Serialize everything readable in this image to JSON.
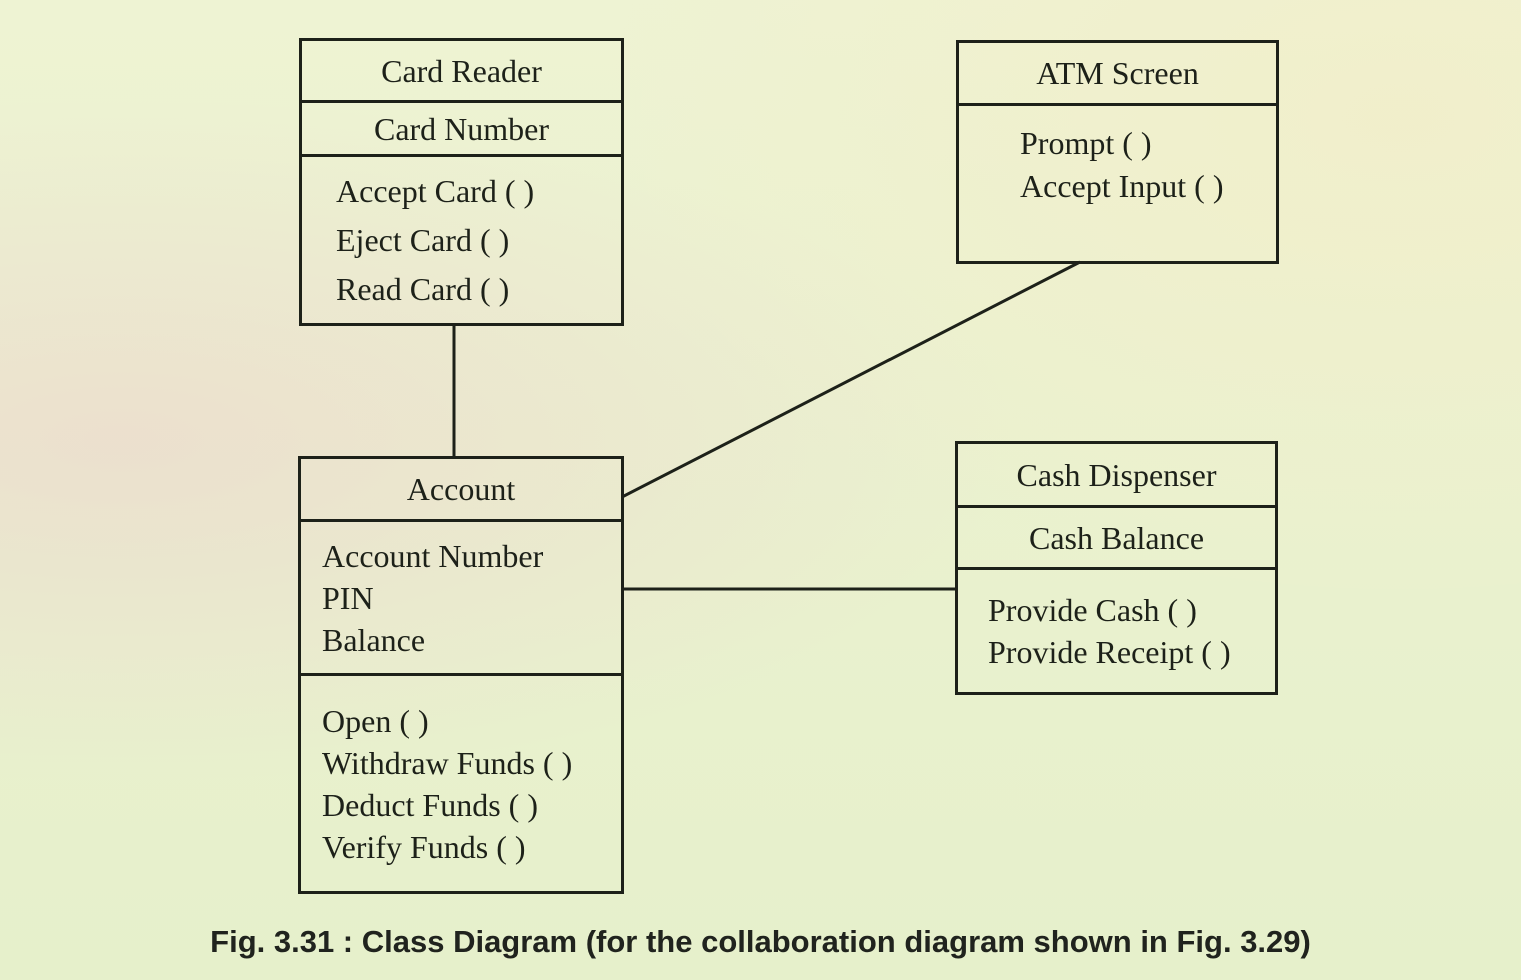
{
  "diagram": {
    "classes": {
      "card_reader": {
        "name": "Card Reader",
        "attributes": [
          "Card Number"
        ],
        "operations": [
          "Accept Card ( )",
          "Eject Card ( )",
          "Read Card ( )"
        ]
      },
      "atm_screen": {
        "name": "ATM Screen",
        "attributes": [],
        "operations": [
          "Prompt ( )",
          "Accept Input ( )"
        ]
      },
      "account": {
        "name": "Account",
        "attributes": [
          "Account Number",
          "PIN",
          "Balance"
        ],
        "operations": [
          "Open (  )",
          "Withdraw Funds ( )",
          "Deduct Funds ( )",
          "Verify Funds ( )"
        ]
      },
      "cash_dispenser": {
        "name": "Cash Dispenser",
        "attributes": [
          "Cash Balance"
        ],
        "operations": [
          "Provide Cash ( )",
          "Provide Receipt ( )"
        ]
      }
    },
    "associations": [
      {
        "from": "Card Reader",
        "to": "Account"
      },
      {
        "from": "ATM Screen",
        "to": "Account"
      },
      {
        "from": "Account",
        "to": "Cash Dispenser"
      }
    ],
    "line_color": "#1d2119",
    "background_color": "#e9f1cf"
  },
  "caption": "Fig. 3.31 : Class Diagram (for the collaboration diagram shown in Fig. 3.29)"
}
